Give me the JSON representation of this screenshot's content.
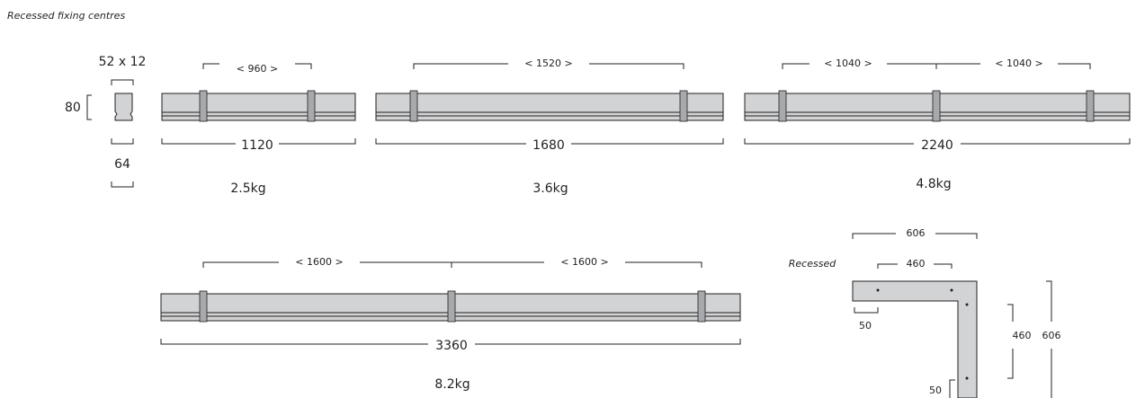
{
  "caption": "Recessed fixing centres",
  "profile": {
    "top_label": "52 x 12",
    "height_label": "80",
    "width_label": "64"
  },
  "bars": [
    {
      "centres": [
        "< 960 >"
      ],
      "length": "1120",
      "weight": "2.5kg"
    },
    {
      "centres": [
        "< 1520 >"
      ],
      "length": "1680",
      "weight": "3.6kg"
    },
    {
      "centres": [
        "< 1040 >",
        "< 1040 >"
      ],
      "length": "2240",
      "weight": "4.8kg"
    },
    {
      "centres": [
        "< 1600 >",
        "< 1600 >"
      ],
      "length": "3360",
      "weight": "8.2kg"
    }
  ],
  "corner": {
    "title": "Recessed",
    "outer_width": "606",
    "inner_width": "460",
    "offset": "50",
    "inner_height": "460",
    "outer_height": "606",
    "offset_v": "50"
  },
  "colors": {
    "body": "#d1d3d4",
    "bracket": "#a7a9ac",
    "line": "#231f20"
  }
}
